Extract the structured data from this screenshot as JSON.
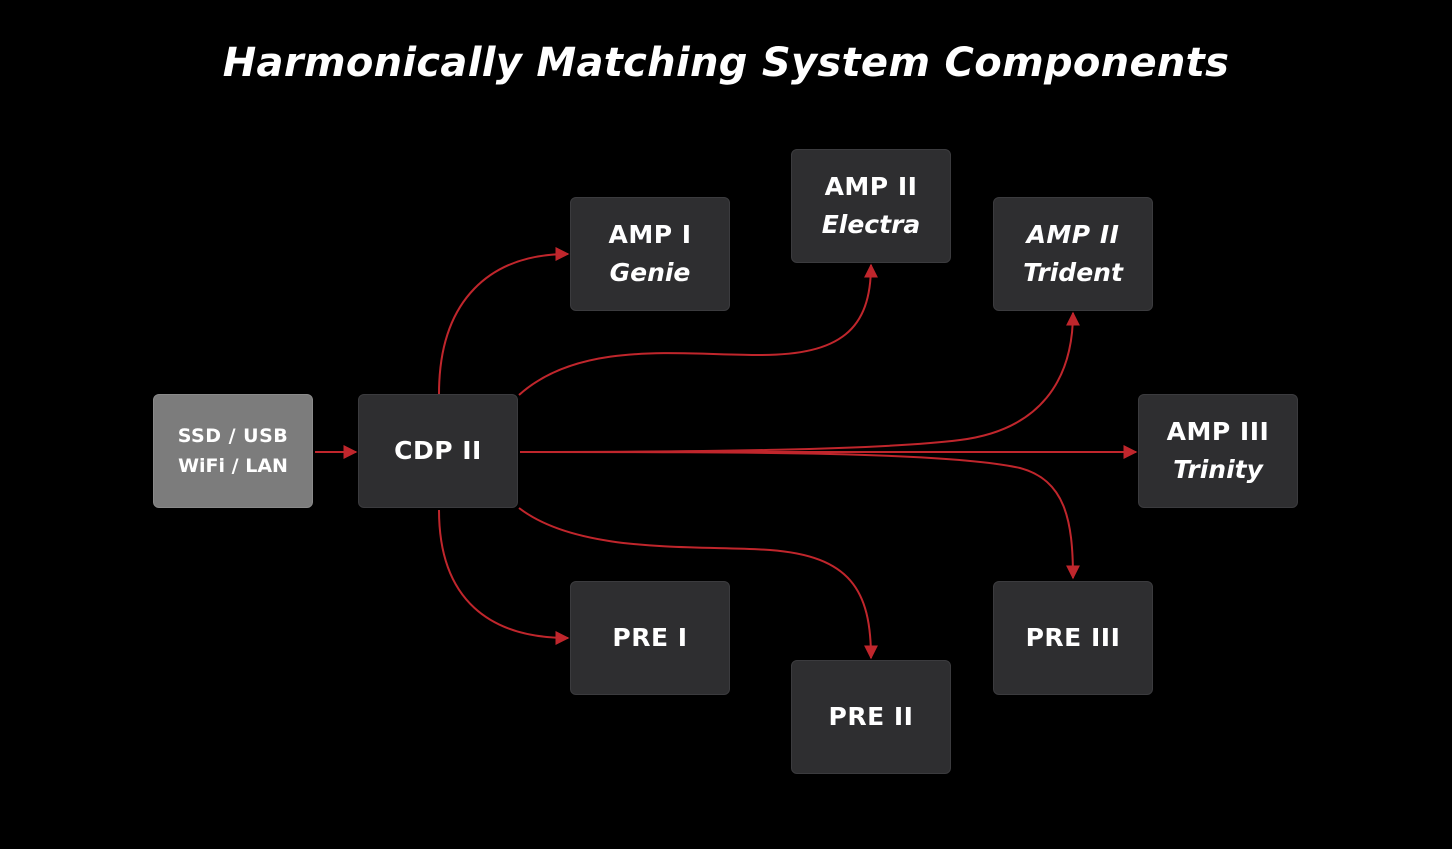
{
  "title": "Harmonically Matching System Components",
  "colors": {
    "background": "#000000",
    "node": "#2e2e30",
    "source_node": "#7c7c7c",
    "arrow": "#c0262c",
    "text": "#ffffff"
  },
  "nodes": {
    "source": {
      "line1": "SSD / USB",
      "line2": "WiFi / LAN"
    },
    "cdp2": {
      "line1": "CDP II"
    },
    "amp1": {
      "line1": "AMP I",
      "line2": "Genie"
    },
    "amp2_electra": {
      "line1": "AMP II",
      "line2": "Electra"
    },
    "amp2_trident": {
      "line1": "AMP II",
      "line2": "Trident"
    },
    "amp3": {
      "line1": "AMP III",
      "line2": "Trinity"
    },
    "pre1": {
      "line1": "PRE I"
    },
    "pre2": {
      "line1": "PRE II"
    },
    "pre3": {
      "line1": "PRE III"
    }
  },
  "connections": [
    {
      "from": "source",
      "to": "cdp2"
    },
    {
      "from": "cdp2",
      "to": "amp1"
    },
    {
      "from": "cdp2",
      "to": "amp2_electra"
    },
    {
      "from": "cdp2",
      "to": "amp2_trident"
    },
    {
      "from": "cdp2",
      "to": "amp3"
    },
    {
      "from": "cdp2",
      "to": "pre3"
    },
    {
      "from": "cdp2",
      "to": "pre1"
    },
    {
      "from": "cdp2",
      "to": "pre2"
    }
  ]
}
